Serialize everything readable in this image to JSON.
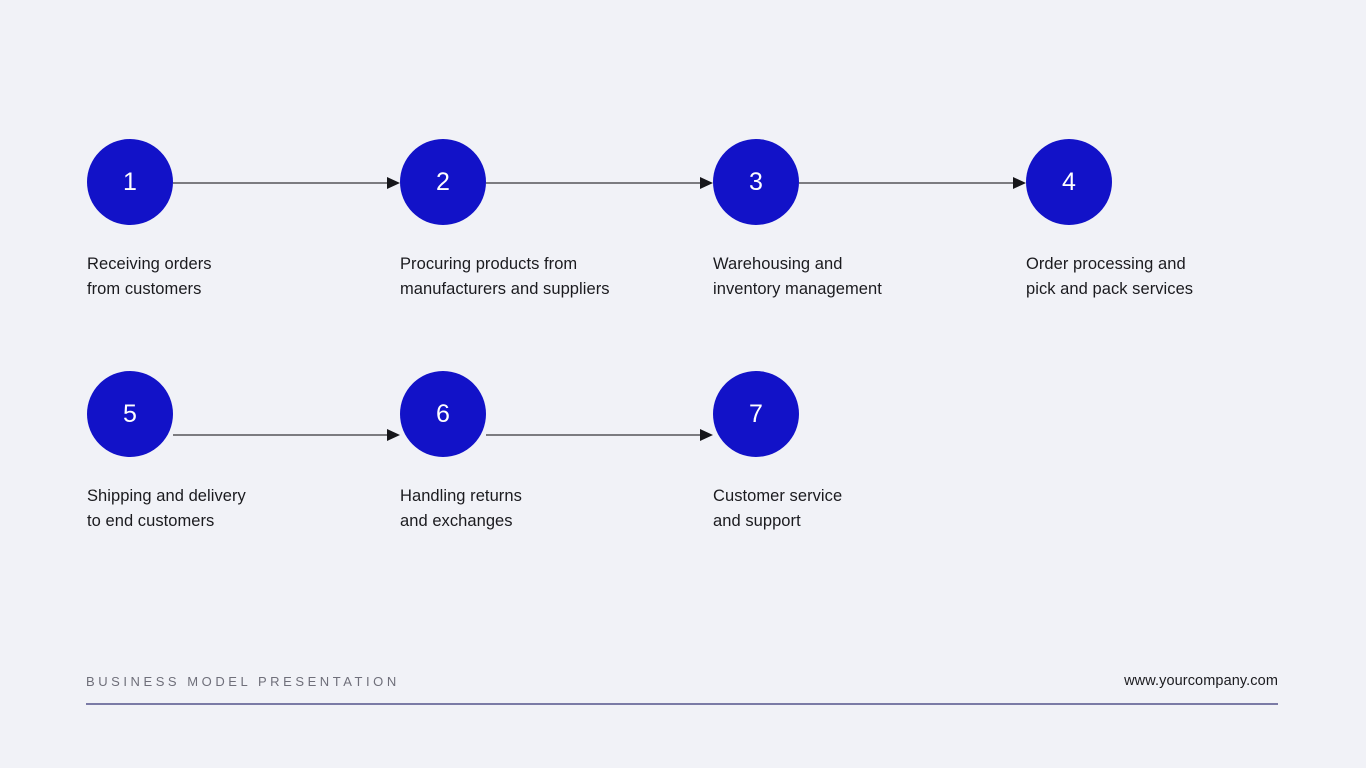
{
  "slide": {
    "background_color": "#f1f2f7",
    "accent_color": "#1212c8",
    "connector_color": "#555558",
    "rule_color": "#7b7ba6",
    "label_color": "#1b1b1f",
    "footer_label_color": "#6f6f7a"
  },
  "flow": {
    "rows": [
      {
        "steps": [
          {
            "number": "1",
            "label": "Receiving orders\nfrom customers"
          },
          {
            "number": "2",
            "label": "Procuring products from\nmanufacturers and suppliers"
          },
          {
            "number": "3",
            "label": "Warehousing and\ninventory management"
          },
          {
            "number": "4",
            "label": "Order processing and\npick and pack services"
          }
        ]
      },
      {
        "steps": [
          {
            "number": "5",
            "label": "Shipping and delivery\nto end customers"
          },
          {
            "number": "6",
            "label": "Handling returns\nand exchanges"
          },
          {
            "number": "7",
            "label": "Customer service\nand support"
          }
        ]
      }
    ]
  },
  "footer": {
    "title": "Business Model Presentation",
    "website": "www.yourcompany.com"
  }
}
